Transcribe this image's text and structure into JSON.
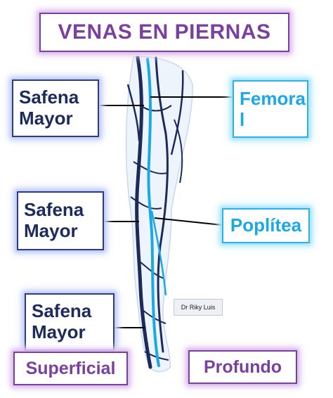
{
  "title": "VENAS EN PIERNAS",
  "labels": {
    "left_top": "Safena\nMayor",
    "left_mid": "Safena\nMayor",
    "left_bottom": "Safena\nMayor",
    "right_top": "Femora\nl",
    "right_mid": "Poplítea"
  },
  "legend": {
    "superficial": "Superficial",
    "profundo": "Profundo"
  },
  "credit": "Dr Riky Luis",
  "colors": {
    "title_purple": "#7b3fa0",
    "superficial_vein": "#1c2a5c",
    "deep_vein": "#1aa8e6",
    "label_dark": "#1c2a5c",
    "label_cyan": "#1aa8e6"
  }
}
